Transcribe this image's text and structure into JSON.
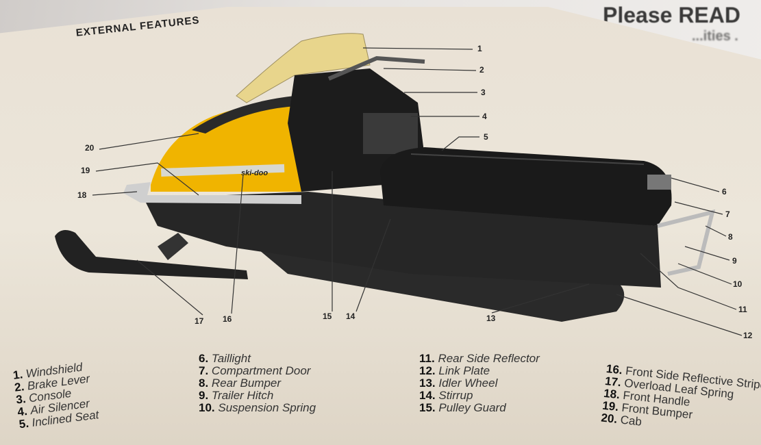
{
  "banner_text": "Please READ",
  "banner_text_second_line": "...ities .",
  "title": "EXTERNAL FEATURES",
  "decal_text": "ski-doo",
  "callouts": [
    "1",
    "2",
    "3",
    "4",
    "5",
    "6",
    "7",
    "8",
    "9",
    "10",
    "11",
    "12",
    "13",
    "14",
    "15",
    "16",
    "17",
    "18",
    "19",
    "20"
  ],
  "legend": [
    {
      "num": "1.",
      "label": "Windshield"
    },
    {
      "num": "2.",
      "label": "Brake Lever"
    },
    {
      "num": "3.",
      "label": "Console"
    },
    {
      "num": "4.",
      "label": "Air Silencer"
    },
    {
      "num": "5.",
      "label": "Inclined Seat"
    },
    {
      "num": "6.",
      "label": "Taillight"
    },
    {
      "num": "7.",
      "label": "Compartment Door"
    },
    {
      "num": "8.",
      "label": "Rear Bumper"
    },
    {
      "num": "9.",
      "label": "Trailer Hitch"
    },
    {
      "num": "10.",
      "label": "Suspension Spring"
    },
    {
      "num": "11.",
      "label": "Rear Side Reflector"
    },
    {
      "num": "12.",
      "label": "Link Plate"
    },
    {
      "num": "13.",
      "label": "Idler Wheel"
    },
    {
      "num": "14.",
      "label": "Stirrup"
    },
    {
      "num": "15.",
      "label": "Pulley Guard"
    },
    {
      "num": "16.",
      "label": "Front Side Reflective Stripe"
    },
    {
      "num": "17.",
      "label": "Overload Leaf Spring"
    },
    {
      "num": "18.",
      "label": "Front Handle"
    },
    {
      "num": "19.",
      "label": "Front Bumper"
    },
    {
      "num": "20.",
      "label": "Cab"
    }
  ],
  "colors": {
    "paper": "#ece6da",
    "cab_yellow": "#f0b400",
    "body_black": "#1e1e1e"
  }
}
